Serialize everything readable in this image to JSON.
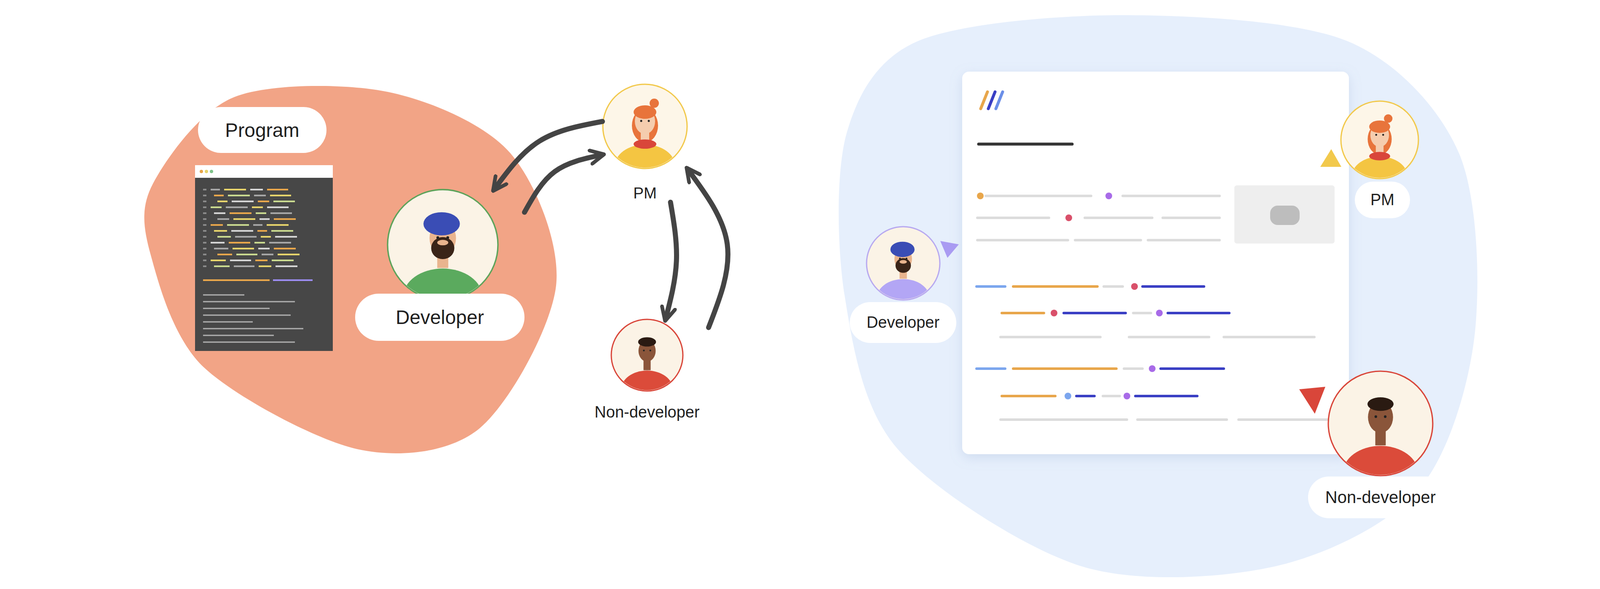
{
  "diagram": {
    "nodes": [
      {
        "text": [
          "Program"
        ]
      },
      {
        "text": [
          "Developer"
        ]
      },
      {
        "text": [
          "PM"
        ]
      },
      {
        "text": [
          "Non-developer"
        ]
      },
      {
        "text": [
          "Developer"
        ]
      },
      {
        "text": [
          "PM"
        ]
      },
      {
        "text": [
          "Non-developer"
        ]
      }
    ],
    "edges": [
      {
        "from": 2,
        "to": 1,
        "arrow": "to"
      },
      {
        "from": 1,
        "to": 2,
        "arrow": "to"
      },
      {
        "from": 2,
        "to": 3,
        "arrow": "to"
      },
      {
        "from": 3,
        "to": 2,
        "arrow": "to"
      }
    ]
  }
}
